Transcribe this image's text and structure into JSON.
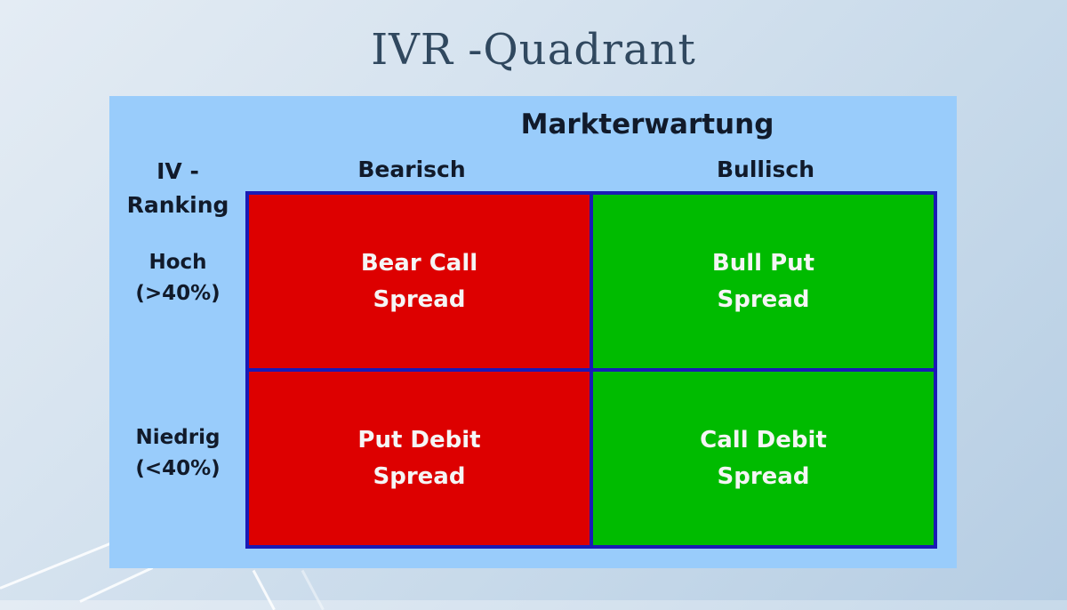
{
  "title": "IVR -Quadrant",
  "header": {
    "main": "Markterwartung",
    "columns": [
      {
        "label": "Bearisch"
      },
      {
        "label": "Bullisch"
      }
    ]
  },
  "row_axis": {
    "line1": "IV -",
    "line2": "Ranking"
  },
  "rows": [
    {
      "label": "Hoch",
      "range": "(>40%)"
    },
    {
      "label": "Niedrig",
      "range": "(<40%)"
    }
  ],
  "cells": [
    {
      "text": "Bear Call\nSpread",
      "color": "#dd0000"
    },
    {
      "text": "Bull Put\nSpread",
      "color": "#00bb00"
    },
    {
      "text": "Put Debit\nSpread",
      "color": "#dd0000"
    },
    {
      "text": "Call Debit\nSpread",
      "color": "#00bb00"
    }
  ],
  "colors": {
    "panel_bg": "#99ccfb",
    "grid_border": "#1a1ab5",
    "title_text": "#30485f",
    "bearish": "#dd0000",
    "bullish": "#00bb00"
  }
}
